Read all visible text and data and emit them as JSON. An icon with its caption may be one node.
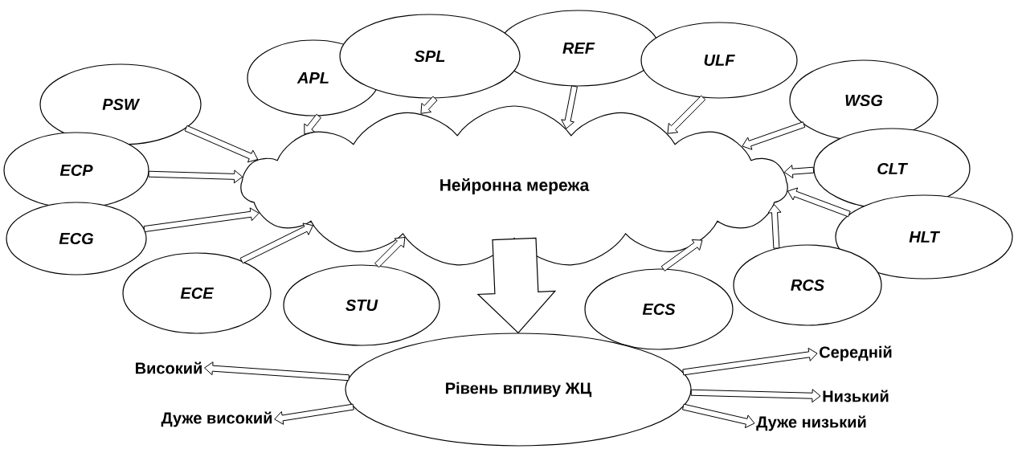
{
  "diagram": {
    "nodes": [
      {
        "text": [
          "Нейронна мережа"
        ]
      },
      {
        "text": [
          "PSW"
        ]
      },
      {
        "text": [
          "APL"
        ]
      },
      {
        "text": [
          "SPL"
        ]
      },
      {
        "text": [
          "REF"
        ]
      },
      {
        "text": [
          "ULF"
        ]
      },
      {
        "text": [
          "WSG"
        ]
      },
      {
        "text": [
          "ECP"
        ]
      },
      {
        "text": [
          "CLT"
        ]
      },
      {
        "text": [
          "ECG"
        ]
      },
      {
        "text": [
          "HLT"
        ]
      },
      {
        "text": [
          "ECE"
        ]
      },
      {
        "text": [
          "STU"
        ]
      },
      {
        "text": [
          "ECS"
        ]
      },
      {
        "text": [
          "RCS"
        ]
      },
      {
        "text": [
          "Рівень впливу ЖЦ"
        ]
      },
      {
        "text": [
          "Високий"
        ]
      },
      {
        "text": [
          "Середній"
        ]
      },
      {
        "text": [
          "Низький"
        ]
      },
      {
        "text": [
          "Дуже високий"
        ]
      },
      {
        "text": [
          "Дуже низький"
        ]
      }
    ],
    "edges": [
      {
        "from": 1,
        "to": 0,
        "arrow": "to"
      },
      {
        "from": 2,
        "to": 0,
        "arrow": "to"
      },
      {
        "from": 3,
        "to": 0,
        "arrow": "to"
      },
      {
        "from": 4,
        "to": 0,
        "arrow": "to"
      },
      {
        "from": 5,
        "to": 0,
        "arrow": "to"
      },
      {
        "from": 6,
        "to": 0,
        "arrow": "to"
      },
      {
        "from": 7,
        "to": 0,
        "arrow": "to"
      },
      {
        "from": 8,
        "to": 0,
        "arrow": "to"
      },
      {
        "from": 9,
        "to": 0,
        "arrow": "to"
      },
      {
        "from": 10,
        "to": 0,
        "arrow": "to"
      },
      {
        "from": 11,
        "to": 0,
        "arrow": "to"
      },
      {
        "from": 12,
        "to": 0,
        "arrow": "to"
      },
      {
        "from": 13,
        "to": 0,
        "arrow": "to"
      },
      {
        "from": 14,
        "to": 0,
        "arrow": "to"
      },
      {
        "from": 0,
        "to": 15,
        "arrow": "to",
        "style": "thick"
      },
      {
        "from": 15,
        "to": 16,
        "arrow": "to"
      },
      {
        "from": 15,
        "to": 17,
        "arrow": "to"
      },
      {
        "from": 15,
        "to": 18,
        "arrow": "to"
      },
      {
        "from": 15,
        "to": 19,
        "arrow": "to"
      },
      {
        "from": 15,
        "to": 20,
        "arrow": "to"
      }
    ]
  }
}
